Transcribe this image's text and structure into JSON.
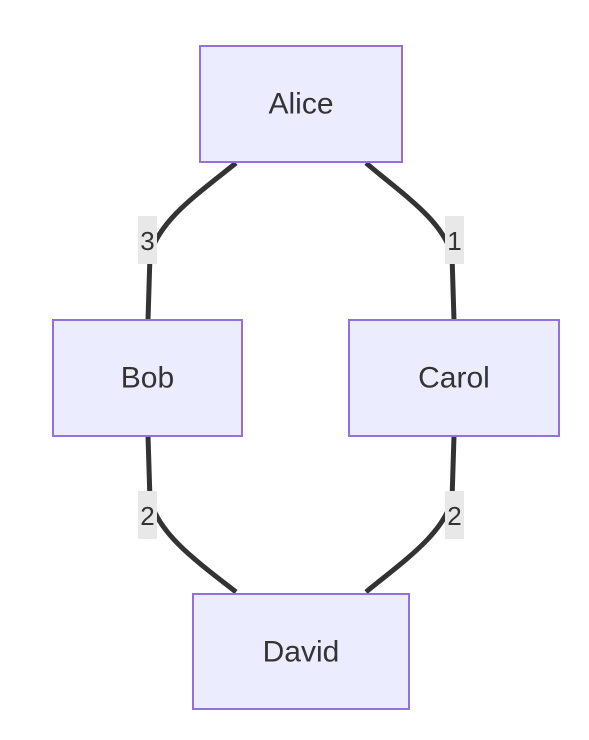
{
  "diagram": {
    "type": "graph",
    "colors": {
      "node_fill": "#ececff",
      "node_border": "#9370db",
      "edge": "#333333",
      "edge_label_bg": "#e8e8e8",
      "text": "#333333"
    },
    "nodes": {
      "alice": {
        "label": "Alice"
      },
      "bob": {
        "label": "Bob"
      },
      "carol": {
        "label": "Carol"
      },
      "david": {
        "label": "David"
      }
    },
    "edges": {
      "alice_bob": {
        "from": "Alice",
        "to": "Bob",
        "label": "3"
      },
      "alice_carol": {
        "from": "Alice",
        "to": "Carol",
        "label": "1"
      },
      "bob_david": {
        "from": "Bob",
        "to": "David",
        "label": "2"
      },
      "carol_david": {
        "from": "Carol",
        "to": "David",
        "label": "2"
      }
    }
  }
}
